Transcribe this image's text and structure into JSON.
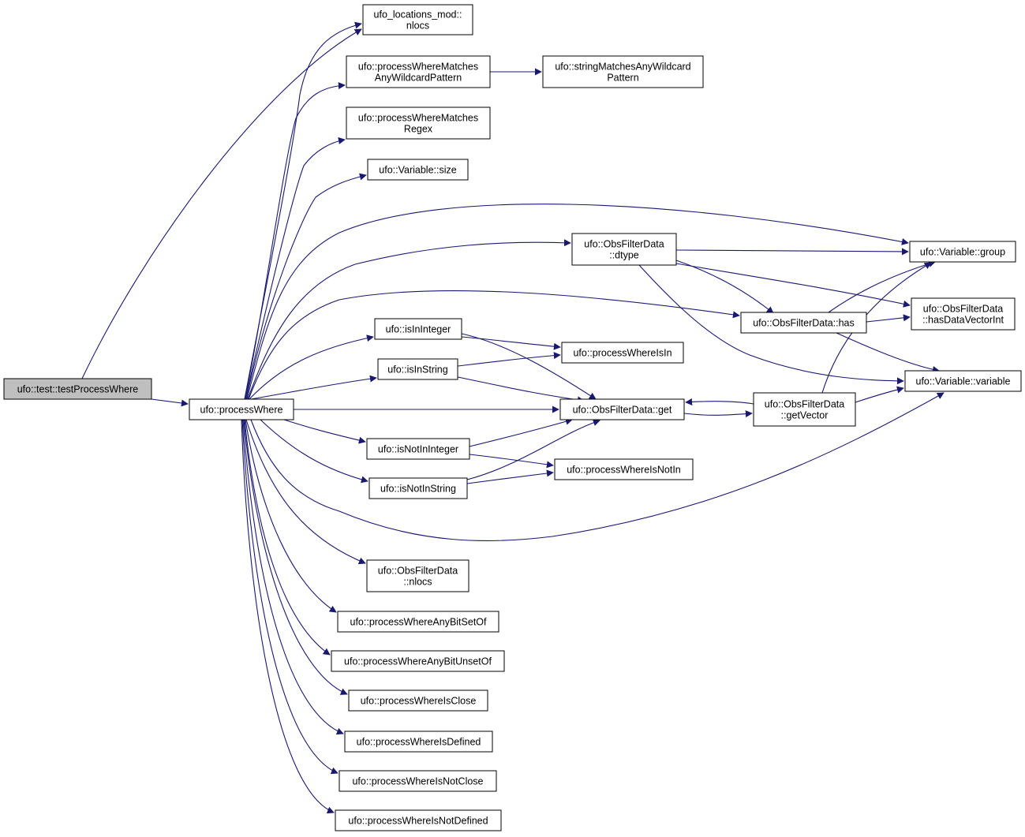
{
  "graph": {
    "nodes": {
      "n_test": {
        "lines": [
          "ufo::test::testProcessWhere"
        ],
        "style": "root"
      },
      "n_pw": {
        "lines": [
          "ufo::processWhere"
        ],
        "style": "normal"
      },
      "n_nlocs_mod": {
        "lines": [
          "ufo_locations_mod::",
          "nlocs"
        ],
        "style": "normal"
      },
      "n_pwmawp": {
        "lines": [
          "ufo::processWhereMatches",
          "AnyWildcardPattern"
        ],
        "style": "normal"
      },
      "n_smawp": {
        "lines": [
          "ufo::stringMatchesAnyWildcard",
          "Pattern"
        ],
        "style": "normal"
      },
      "n_pwmr": {
        "lines": [
          "ufo::processWhereMatches",
          "Regex"
        ],
        "style": "normal"
      },
      "n_vsize": {
        "lines": [
          "ufo::Variable::size"
        ],
        "style": "normal"
      },
      "n_dtype": {
        "lines": [
          "ufo::ObsFilterData",
          "::dtype"
        ],
        "style": "normal"
      },
      "n_vgroup": {
        "lines": [
          "ufo::Variable::group"
        ],
        "style": "normal"
      },
      "n_has": {
        "lines": [
          "ufo::ObsFilterData::has"
        ],
        "style": "truncated"
      },
      "n_hdvi": {
        "lines": [
          "ufo::ObsFilterData",
          "::hasDataVectorInt"
        ],
        "style": "normal"
      },
      "n_isinint": {
        "lines": [
          "ufo::isInInteger"
        ],
        "style": "normal"
      },
      "n_pwisin": {
        "lines": [
          "ufo::processWhereIsIn"
        ],
        "style": "truncated"
      },
      "n_isinstr": {
        "lines": [
          "ufo::isInString"
        ],
        "style": "normal"
      },
      "n_vvar": {
        "lines": [
          "ufo::Variable::variable"
        ],
        "style": "normal"
      },
      "n_get": {
        "lines": [
          "ufo::ObsFilterData::get"
        ],
        "style": "normal"
      },
      "n_getvec": {
        "lines": [
          "ufo::ObsFilterData",
          "::getVector"
        ],
        "style": "truncated"
      },
      "n_isnotinint": {
        "lines": [
          "ufo::isNotInInteger"
        ],
        "style": "normal"
      },
      "n_pwisnotin": {
        "lines": [
          "ufo::processWhereIsNotIn"
        ],
        "style": "truncated"
      },
      "n_isnotinstr": {
        "lines": [
          "ufo::isNotInString"
        ],
        "style": "normal"
      },
      "n_ofdnlocs": {
        "lines": [
          "ufo::ObsFilterData",
          "::nlocs"
        ],
        "style": "normal"
      },
      "n_pwabso": {
        "lines": [
          "ufo::processWhereAnyBitSetOf"
        ],
        "style": "normal"
      },
      "n_pwabuo": {
        "lines": [
          "ufo::processWhereAnyBitUnsetOf"
        ],
        "style": "normal"
      },
      "n_pwic": {
        "lines": [
          "ufo::processWhereIsClose"
        ],
        "style": "normal"
      },
      "n_pwid": {
        "lines": [
          "ufo::processWhereIsDefined"
        ],
        "style": "normal"
      },
      "n_pwinc": {
        "lines": [
          "ufo::processWhereIsNotClose"
        ],
        "style": "normal"
      },
      "n_pwind": {
        "lines": [
          "ufo::processWhereIsNotDefined"
        ],
        "style": "normal"
      }
    },
    "edges": [
      [
        "n_test",
        "n_pw"
      ],
      [
        "n_test",
        "n_nlocs_mod"
      ],
      [
        "n_pw",
        "n_nlocs_mod"
      ],
      [
        "n_pw",
        "n_pwmawp"
      ],
      [
        "n_pw",
        "n_pwmr"
      ],
      [
        "n_pw",
        "n_vsize"
      ],
      [
        "n_pw",
        "n_vgroup"
      ],
      [
        "n_pw",
        "n_dtype"
      ],
      [
        "n_pw",
        "n_has"
      ],
      [
        "n_pw",
        "n_isinint"
      ],
      [
        "n_pw",
        "n_isinstr"
      ],
      [
        "n_pw",
        "n_get"
      ],
      [
        "n_pw",
        "n_isnotinint"
      ],
      [
        "n_pw",
        "n_isnotinstr"
      ],
      [
        "n_pw",
        "n_vvar"
      ],
      [
        "n_pw",
        "n_ofdnlocs"
      ],
      [
        "n_pw",
        "n_pwabso"
      ],
      [
        "n_pw",
        "n_pwabuo"
      ],
      [
        "n_pw",
        "n_pwic"
      ],
      [
        "n_pw",
        "n_pwid"
      ],
      [
        "n_pw",
        "n_pwinc"
      ],
      [
        "n_pw",
        "n_pwind"
      ],
      [
        "n_pwmawp",
        "n_smawp"
      ],
      [
        "n_dtype",
        "n_vgroup"
      ],
      [
        "n_dtype",
        "n_has"
      ],
      [
        "n_dtype",
        "n_hdvi"
      ],
      [
        "n_dtype",
        "n_vvar"
      ],
      [
        "n_has",
        "n_vgroup"
      ],
      [
        "n_has",
        "n_hdvi"
      ],
      [
        "n_has",
        "n_vvar"
      ],
      [
        "n_isinint",
        "n_pwisin"
      ],
      [
        "n_isinint",
        "n_get"
      ],
      [
        "n_isinstr",
        "n_pwisin"
      ],
      [
        "n_isinstr",
        "n_get"
      ],
      [
        "n_isnotinint",
        "n_get"
      ],
      [
        "n_isnotinint",
        "n_pwisnotin"
      ],
      [
        "n_isnotinstr",
        "n_get"
      ],
      [
        "n_isnotinstr",
        "n_pwisnotin"
      ],
      [
        "n_get",
        "n_getvec"
      ],
      [
        "n_getvec",
        "n_get"
      ],
      [
        "n_getvec",
        "n_vgroup"
      ],
      [
        "n_getvec",
        "n_vvar"
      ]
    ]
  },
  "colors": {
    "edge": "#191970",
    "root_fill": "#bfbfbf",
    "node_fill": "#ffffff",
    "node_border": "#000000",
    "truncated_border": "#ff0000"
  }
}
